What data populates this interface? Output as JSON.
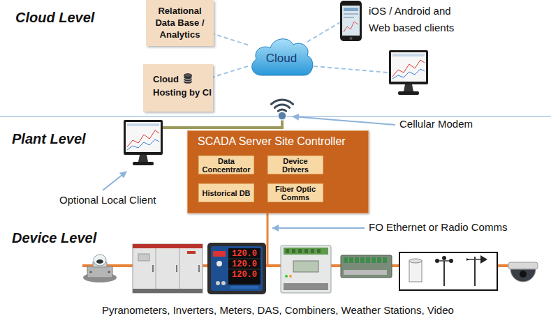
{
  "diagram": {
    "nodes": [
      {
        "text": [
          "Relational Data Base / Analytics"
        ]
      },
      {
        "text": [
          "Cloud"
        ]
      },
      {
        "text": [
          "Cloud Hosting by CI"
        ]
      },
      {
        "text": [
          "SCADA Server Site Controller"
        ]
      },
      {
        "text": [
          "Data Concentrator"
        ],
        "in": 3
      },
      {
        "text": [
          "Device Drivers"
        ],
        "in": 3
      },
      {
        "text": [
          "Historical DB"
        ],
        "in": 3
      },
      {
        "text": [
          "Fiber Optic Comms"
        ],
        "in": 3
      }
    ],
    "edges": [
      {
        "from": 1,
        "to": 0,
        "arrow": "none"
      },
      {
        "from": 1,
        "to": 2,
        "arrow": "none"
      }
    ],
    "labels": [
      "Cloud Level",
      "iOS / Android and Web based clients",
      "Cellular Modem",
      "Plant Level",
      "Optional Local Client",
      "FO Ethernet or Radio Comms",
      "Device Level",
      "120.0",
      "120.0",
      "120.0",
      "Pyranometers, Inverters, Meters, DAS, Combiners, Weather Stations, Video"
    ]
  }
}
